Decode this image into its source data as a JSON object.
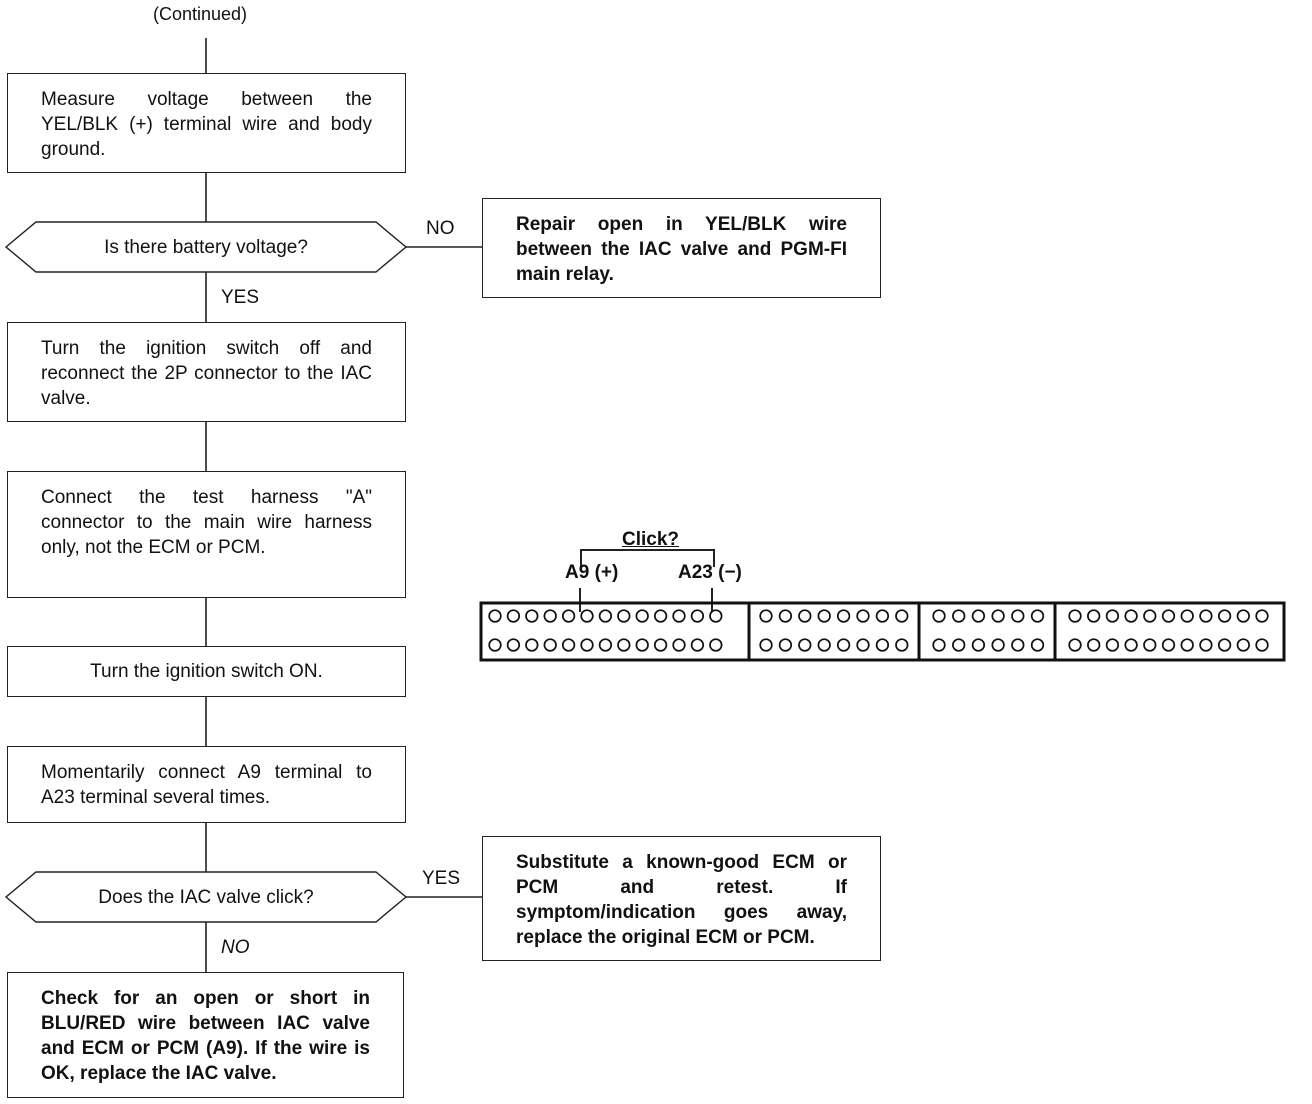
{
  "header": "(Continued)",
  "steps": {
    "measure": "Measure voltage between the YEL/BLK (+) terminal wire and body ground.",
    "turn_off": "Turn the ignition switch off and reconnect the 2P connector to the IAC valve.",
    "connect_harness": "Connect the test harness \"A\" connector to the main wire harness only, not the ECM or PCM.",
    "ignition_on": "Turn the ignition switch ON.",
    "momentary": "Momentarily connect A9 terminal to A23 terminal several times.",
    "check_open": "Check for an open or short in BLU/RED wire between IAC valve and ECM or PCM (A9). If the wire is OK, replace the IAC valve."
  },
  "decisions": {
    "battery": "Is there battery voltage?",
    "click": "Does the IAC valve click?"
  },
  "branch_labels": {
    "no_1": "NO",
    "yes_1": "YES",
    "yes_2": "YES",
    "no_2": "NO"
  },
  "outcomes": {
    "repair": "Repair open in YEL/BLK wire between the IAC valve and PGM-FI main relay.",
    "substitute": "Substitute a known-good ECM or PCM and retest. If symptom/indication goes away, replace the original ECM or PCM."
  },
  "connector": {
    "click_label": "Click?",
    "a9_label": "A9 (+)",
    "a23_label": "A23 (−)",
    "sections": [
      {
        "name": "section-1",
        "cols": 13
      },
      {
        "name": "section-2",
        "cols": 8
      },
      {
        "name": "section-3",
        "cols": 6
      },
      {
        "name": "section-4",
        "cols": 11
      }
    ]
  }
}
